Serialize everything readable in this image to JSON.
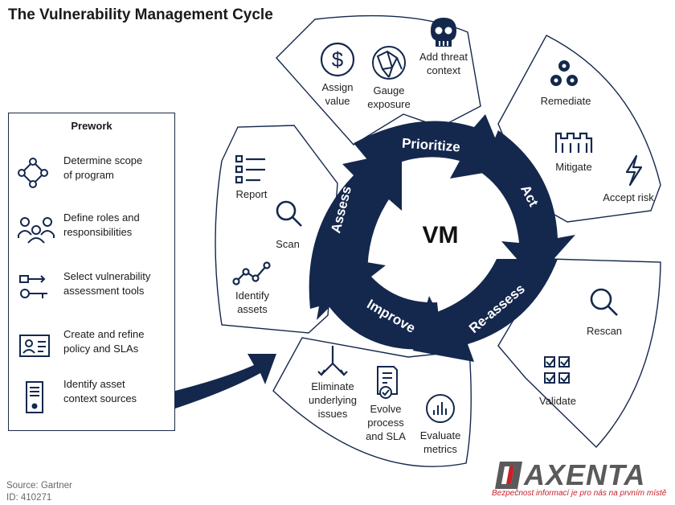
{
  "title": "The Vulnerability Management Cycle",
  "center_label": "VM",
  "colors": {
    "navy": "#14284d",
    "white": "#ffffff",
    "logo_red": "#c8202a",
    "logo_gray": "#5a5a5a"
  },
  "stages": [
    {
      "label": "Prioritize",
      "items": [
        {
          "label": "Assign\nvalue",
          "icon": "dollar-icon"
        },
        {
          "label": "Gauge\nexposure",
          "icon": "network-globe-icon"
        },
        {
          "label": "Add threat\ncontext",
          "icon": "skull-icon"
        }
      ]
    },
    {
      "label": "Act",
      "items": [
        {
          "label": "Remediate",
          "icon": "gears-icon"
        },
        {
          "label": "Mitigate",
          "icon": "castle-icon"
        },
        {
          "label": "Accept risk",
          "icon": "lightning-icon"
        }
      ]
    },
    {
      "label": "Re-assess",
      "items": [
        {
          "label": "Rescan",
          "icon": "magnifier-icon"
        },
        {
          "label": "Validate",
          "icon": "checklist-icon"
        }
      ]
    },
    {
      "label": "Improve",
      "items": [
        {
          "label": "Eliminate\nunderlying\nissues",
          "icon": "branch-arrow-icon"
        },
        {
          "label": "Evolve\nprocess\nand SLA",
          "icon": "document-check-icon"
        },
        {
          "label": "Evaluate\nmetrics",
          "icon": "gauge-chart-icon"
        }
      ]
    },
    {
      "label": "Assess",
      "items": [
        {
          "label": "Report",
          "icon": "list-icon"
        },
        {
          "label": "Scan",
          "icon": "magnifier-icon"
        },
        {
          "label": "Identify\nassets",
          "icon": "line-nodes-icon"
        }
      ]
    }
  ],
  "prework": {
    "title": "Prework",
    "items": [
      {
        "label": "Determine scope\nof program",
        "icon": "scope-nodes-icon"
      },
      {
        "label": "Define roles and\nresponsibilities",
        "icon": "people-icon"
      },
      {
        "label": "Select vulnerability\nassessment tools",
        "icon": "tools-icon"
      },
      {
        "label": "Create and refine\npolicy and SLAs",
        "icon": "id-card-icon"
      },
      {
        "label": "Identify asset\ncontext sources",
        "icon": "server-icon"
      }
    ]
  },
  "footer": "Source: Gartner\nID: 410271",
  "logo": {
    "word": "AXENTA",
    "tagline": "Bezpečnost informací je pro nás na prvním místě"
  }
}
